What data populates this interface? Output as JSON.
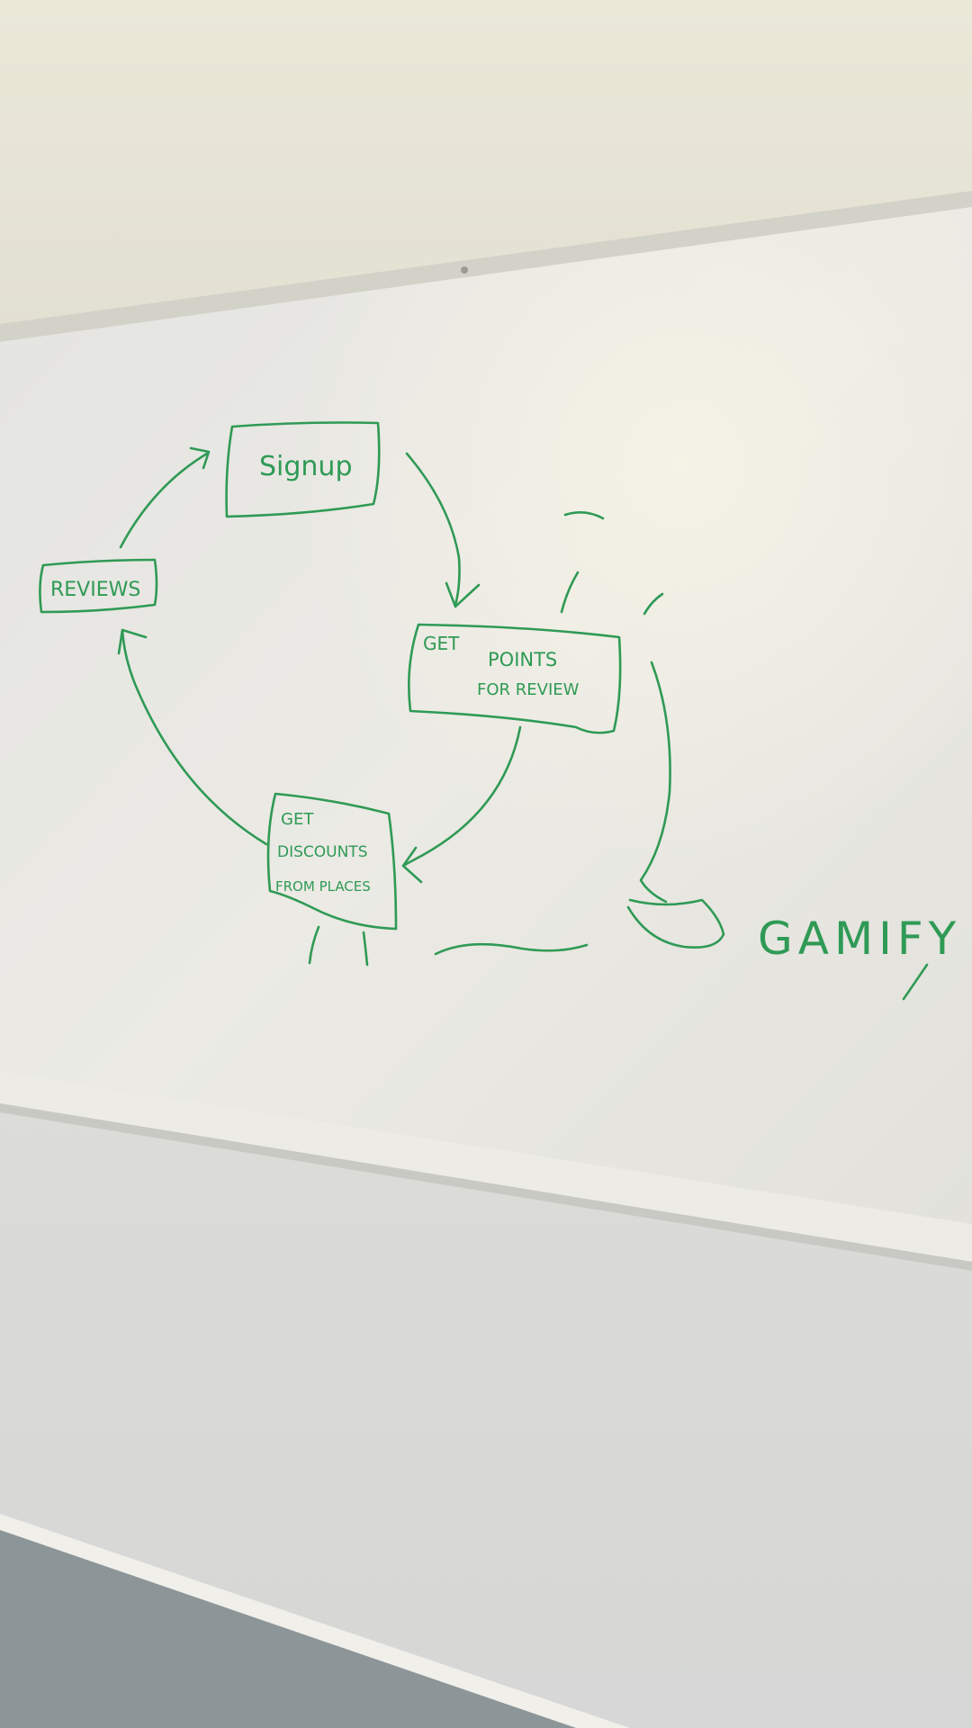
{
  "photo": {
    "subject": "whiteboard",
    "ink_color": "#2f9a55",
    "wall_color": "#e6e4d6",
    "board_color": "#e7e6e1",
    "floor_color": "#8f979a"
  },
  "diagram": {
    "nodes": {
      "signup": "Signup",
      "reviews": "REVIEWS",
      "get_points_line1": "GET",
      "get_points_line2": "POINTS",
      "get_points_line3": "FOR REVIEW",
      "get_discounts_line1": "GET",
      "get_discounts_line2": "DISCOUNTS",
      "get_discounts_line3": "FROM PLACES"
    },
    "side_label": "GAMIFY"
  }
}
